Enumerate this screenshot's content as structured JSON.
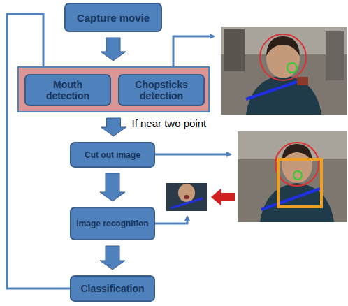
{
  "diagram": {
    "nodes": [
      {
        "text": [
          "Capture movie"
        ]
      },
      {
        "text": []
      },
      {
        "text": [
          "Mouth detection"
        ],
        "in": 1
      },
      {
        "text": [
          "Chopsticks detection"
        ],
        "in": 1
      },
      {
        "text": [
          "Cut out image"
        ]
      },
      {
        "text": [
          "Image recognition"
        ]
      },
      {
        "text": [
          "Classification"
        ]
      }
    ],
    "edges": [
      {
        "from": 0,
        "to": 1,
        "arrow": "to"
      },
      {
        "from": 1,
        "to": 4,
        "label": "If near two point",
        "arrow": "to"
      },
      {
        "from": 4,
        "to": 5,
        "arrow": "to"
      },
      {
        "from": 5,
        "to": 6,
        "arrow": "to"
      },
      {
        "from": 6,
        "to": 2,
        "arrow": "to"
      }
    ]
  }
}
